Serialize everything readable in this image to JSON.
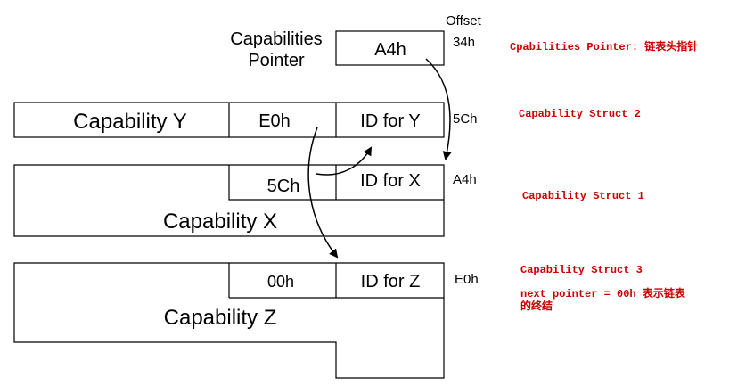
{
  "diagram": {
    "offset_header": "Offset",
    "pointer_block": {
      "label_line1": "Capabilities",
      "label_line2": "Pointer",
      "value": "A4h",
      "offset": "34h",
      "note": "Cpabilities Pointer: 链表头指针"
    },
    "struct_y": {
      "name": "Capability Y",
      "next_ptr": "E0h",
      "id": "ID for Y",
      "offset": "5Ch",
      "note": "Capability Struct 2"
    },
    "struct_x": {
      "name": "Capability X",
      "next_ptr": "5Ch",
      "id": "ID for X",
      "offset": "A4h",
      "note": "Capability Struct 1"
    },
    "struct_z": {
      "name": "Capability Z",
      "next_ptr": "00h",
      "id": "ID for Z",
      "offset": "E0h",
      "note": "Capability Struct 3",
      "note_line2": "next pointer = 00h 表示链表",
      "note_line3": "的终结"
    },
    "colors": {
      "line": "#000000",
      "note": "#cc0000",
      "background": "#ffffff"
    }
  }
}
